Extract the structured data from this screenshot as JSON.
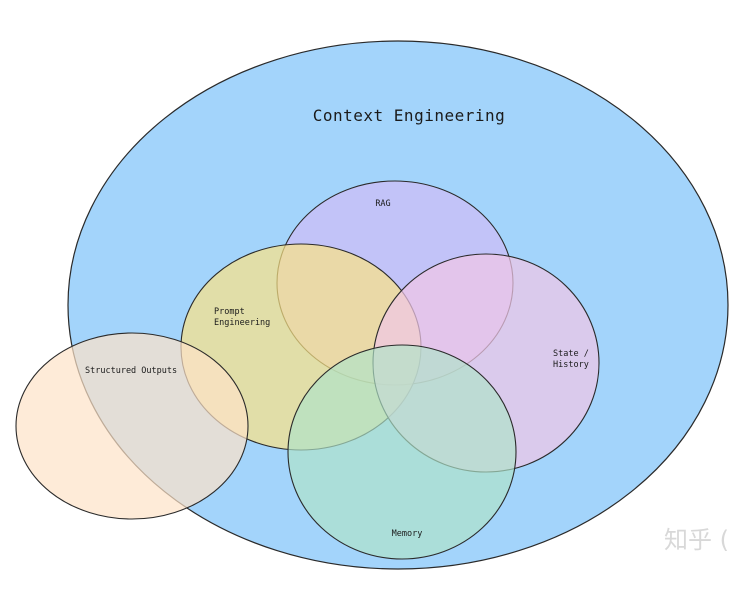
{
  "diagram": {
    "title": "Context Engineering",
    "circles": {
      "rag": {
        "label": "RAG"
      },
      "prompt_engineering": {
        "label_line1": "Prompt",
        "label_line2": "Engineering"
      },
      "state_history": {
        "label_line1": "State /",
        "label_line2": "History"
      },
      "memory": {
        "label": "Memory"
      },
      "structured_outputs": {
        "label": "Structured Outputs"
      }
    }
  },
  "watermark": {
    "text": "知乎 ("
  },
  "colors": {
    "context_engineering_fill": "#a3d4fb",
    "rag_fill": "#c8c0f7",
    "prompt_engineering_fill": "#fbe285",
    "state_history_fill": "#f0c6e6",
    "memory_fill": "#b0e3c9",
    "structured_outputs_fill": "#fde2c8",
    "stroke": "#2a2a2a"
  }
}
